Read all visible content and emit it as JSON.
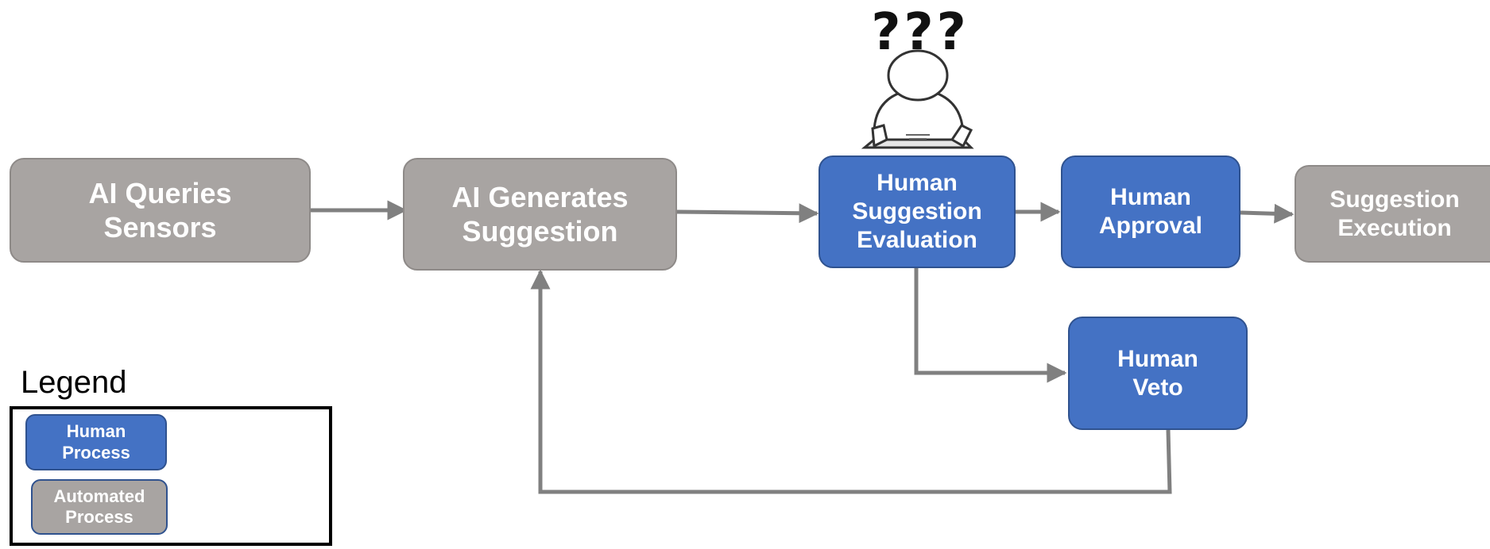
{
  "nodes": {
    "ai_queries": "AI Queries\nSensors",
    "ai_generates": "AI Generates\nSuggestion",
    "human_evaluation": "Human\nSuggestion\nEvaluation",
    "human_approval": "Human\nApproval",
    "suggestion_execution": "Suggestion\nExecution",
    "human_veto": "Human\nVeto"
  },
  "thought_marks": "???",
  "legend": {
    "title": "Legend",
    "human_label": "Human\nProcess",
    "automated_label": "Automated\nProcess"
  },
  "colors": {
    "human": "#4472c4",
    "automated": "#a8a4a2",
    "arrow": "#808080"
  }
}
